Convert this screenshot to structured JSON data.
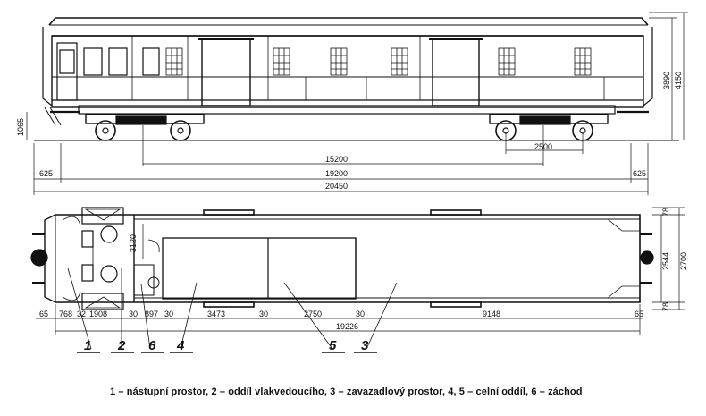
{
  "dimensions": {
    "side": {
      "wheelbase": "2500",
      "bogie_centers": "15200",
      "frame_length": "19200",
      "end_left": "625",
      "end_right": "625",
      "overall_length": "20450",
      "floor_height": "1065",
      "roof_height": "3890",
      "total_height": "4150"
    },
    "plan": {
      "d1": "65",
      "d2": "768",
      "d3": "32",
      "d4": "1908",
      "d5": "30",
      "d6": "897",
      "d7": "30",
      "d8": "3473",
      "d9": "30",
      "d10": "2750",
      "d11": "30",
      "d12": "9148",
      "d13": "65",
      "total_length": "19226",
      "inner_width": "2544",
      "total_width": "2700",
      "side_top": "78",
      "side_bottom": "78",
      "partition": "3120"
    }
  },
  "callouts": [
    "1",
    "2",
    "6",
    "4",
    "5",
    "3"
  ],
  "legend": "1 – nástupní prostor, 2 – oddíl vlakvedoucího, 3 – zavazadlový prostor, 4, 5 – celní oddíl, 6 – záchod"
}
